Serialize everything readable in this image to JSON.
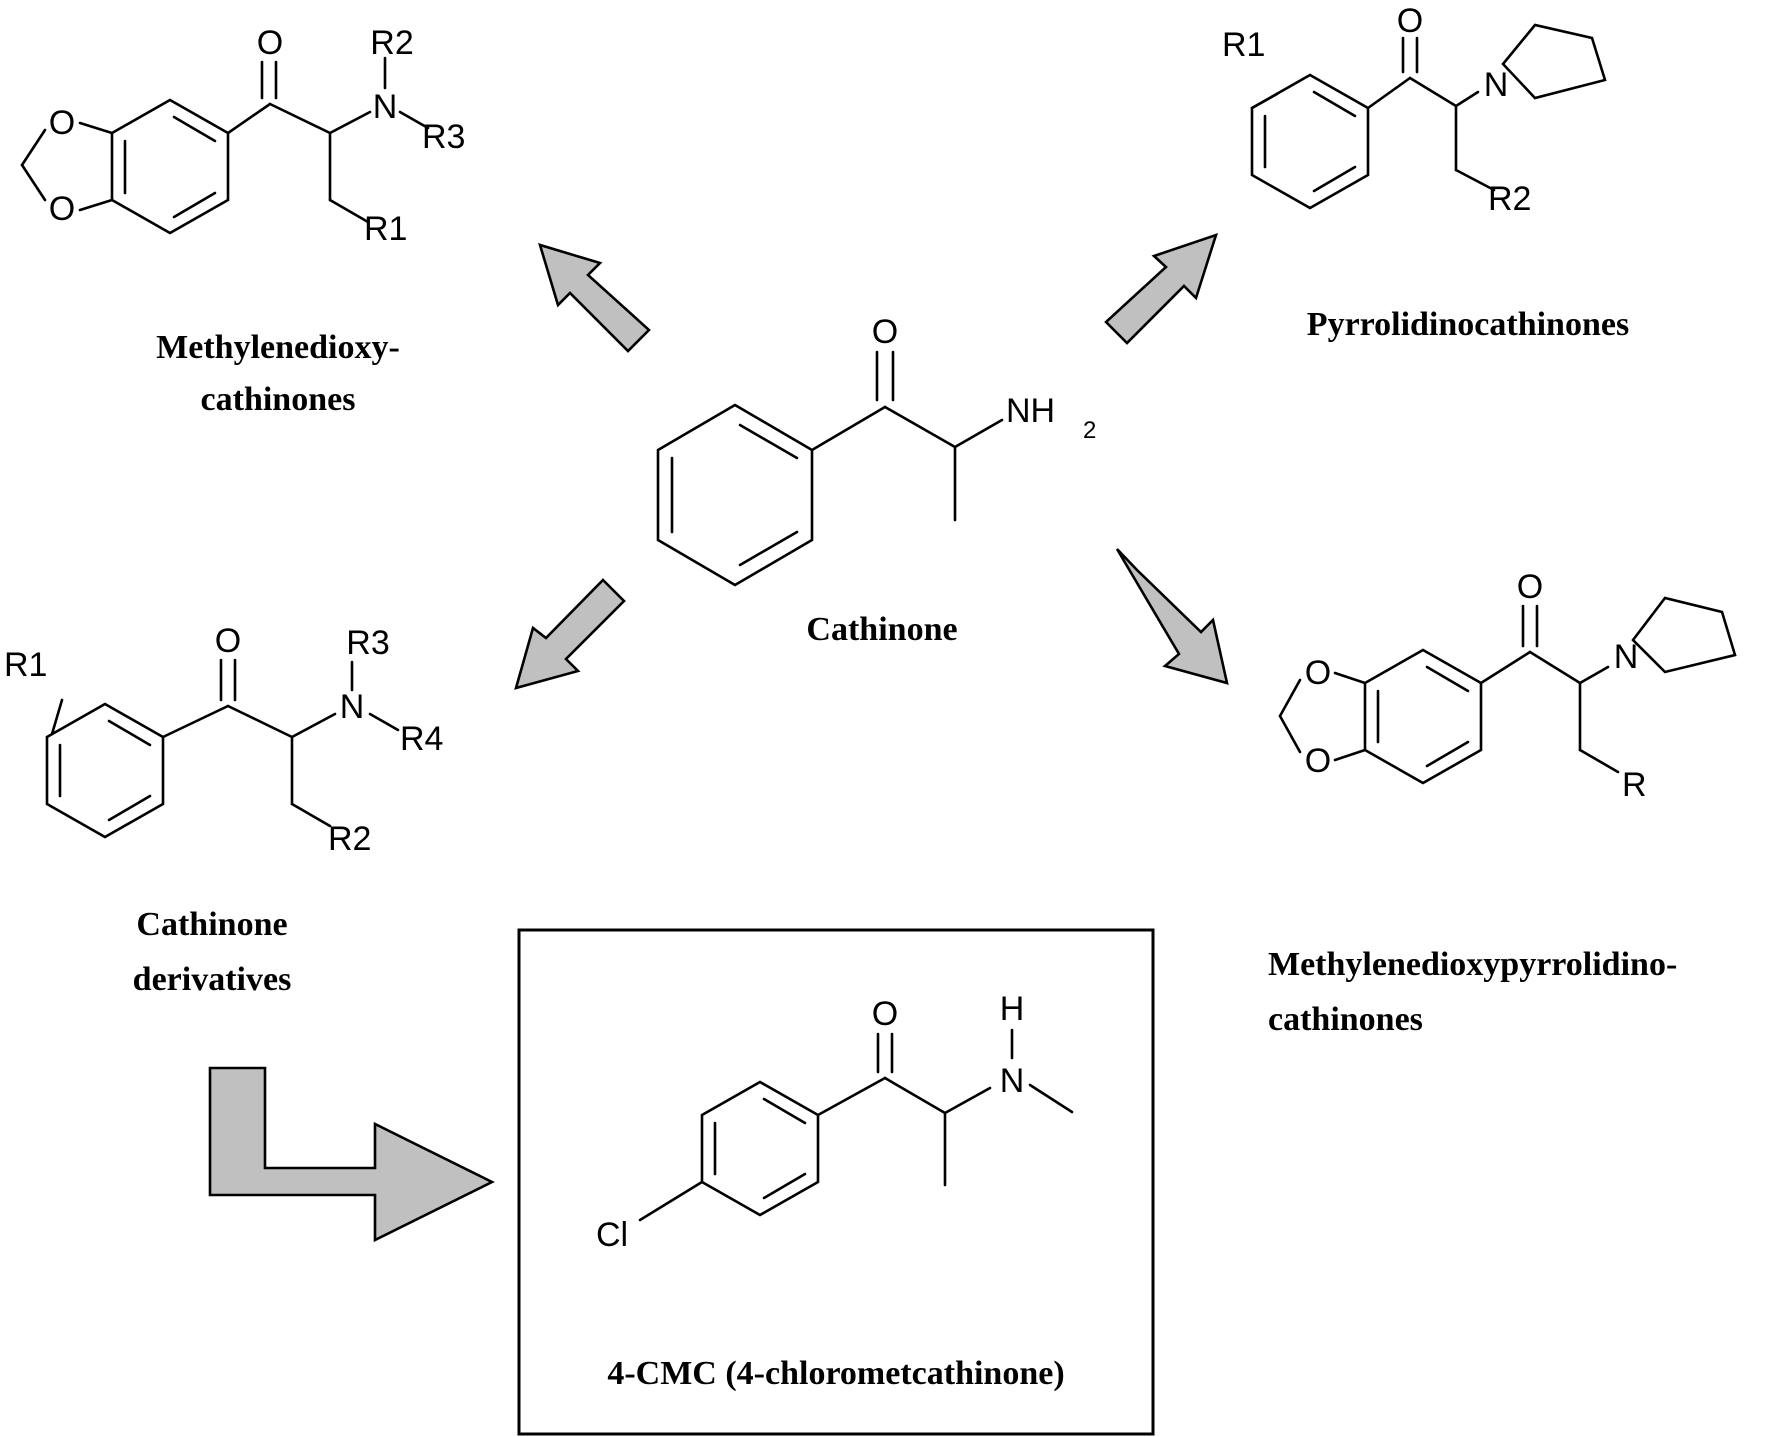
{
  "captions": {
    "methylenedioxy_line1": "Methylenedioxy-",
    "methylenedioxy_line2": "cathinones",
    "pyrrolidino": "Pyrrolidinocathinones",
    "cathinone": "Cathinone",
    "derivatives_line1": "Cathinone",
    "derivatives_line2": "derivatives",
    "mdp_line1": "Methylenedioxypyrrolidino-",
    "mdp_line2": "cathinones",
    "cmc": "4-CMC (4-chlorometcathinone)"
  },
  "atoms": {
    "md_O_carbonyl": "O",
    "md_R2": "R2",
    "md_N": "N",
    "md_R3": "R3",
    "md_R1": "R1",
    "md_O_ring_top": "O",
    "md_O_ring_bottom": "O",
    "py_R1": "R1",
    "py_O_carbonyl": "O",
    "py_N": "N",
    "py_R2": "R2",
    "cat_O": "O",
    "cat_NH": "NH",
    "cat_sub2": "2",
    "der_O": "O",
    "der_R3": "R3",
    "der_N": "N",
    "der_R4": "R4",
    "der_R1": "R1",
    "der_R2": "R2",
    "mdp_O_carbonyl": "O",
    "mdp_N": "N",
    "mdp_R": "R",
    "mdp_O_ring_top": "O",
    "mdp_O_ring_bottom": "O",
    "cmc_O": "O",
    "cmc_H": "H",
    "cmc_N": "N",
    "cmc_Cl": "Cl"
  },
  "colors": {
    "arrow_fill": "#c0c0c0",
    "ink": "#000000"
  }
}
